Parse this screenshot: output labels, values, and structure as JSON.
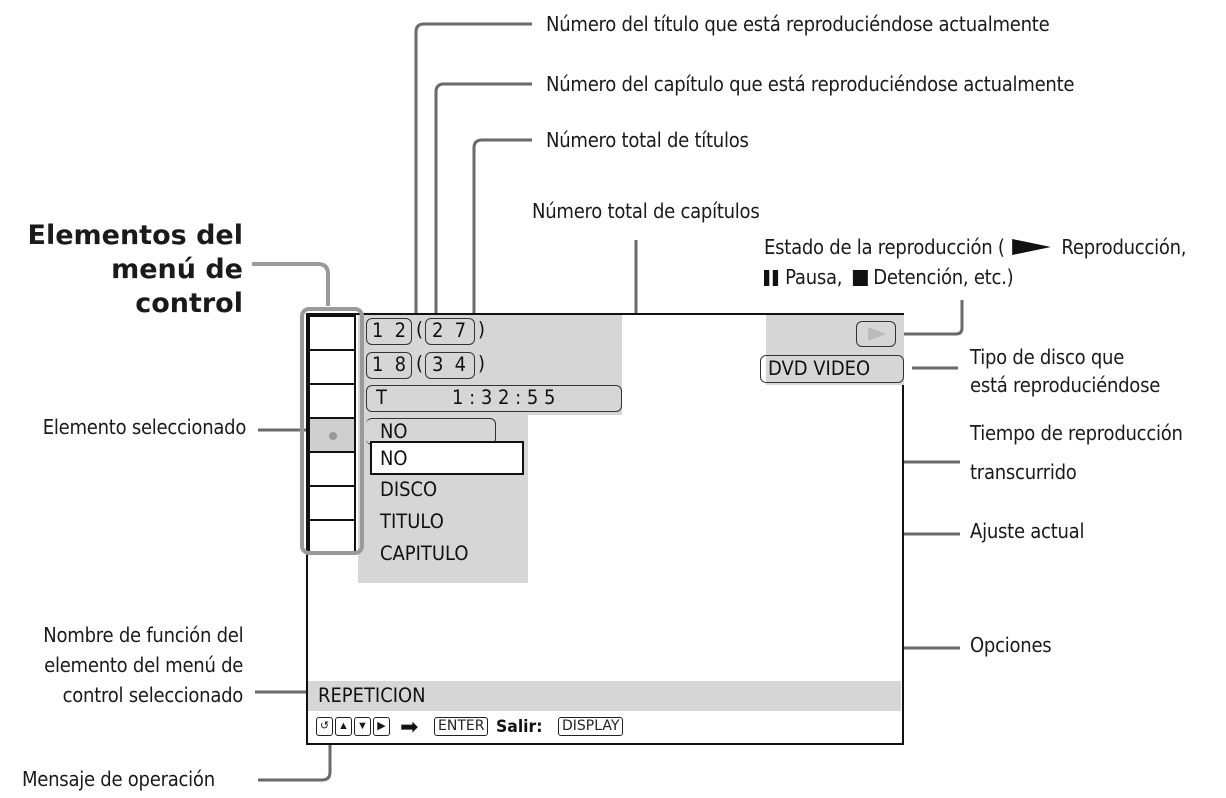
{
  "callouts": {
    "titulo_actual": "Número del título que está reproduciéndose actualmente",
    "capitulo_actual": "Número del capítulo que está reproduciéndose actualmente",
    "total_titulos": "Número total de títulos",
    "total_capitulos": "Número total de capítulos",
    "estado_line1": "Estado de la reproducción (",
    "estado_line1_b": "Reproducción,",
    "estado_pausa": "Pausa,",
    "estado_detencion": "Detención, etc.)",
    "tipo_disco_1": "Tipo de disco que",
    "tipo_disco_2": "está reproduciéndose",
    "tiempo_1": "Tiempo de reproducción",
    "tiempo_2": "transcurrido",
    "ajuste": "Ajuste actual",
    "opciones": "Opciones",
    "elemento_sel": "Elemento seleccionado",
    "nombre_func_1": "Nombre de función del",
    "nombre_func_2": "elemento del menú de",
    "nombre_func_3": "control seleccionado",
    "mensaje": "Mensaje de operación"
  },
  "heading": {
    "line1": "Elementos del",
    "line2": "menú de control"
  },
  "osd": {
    "title_num": "1 2",
    "title_total": "2 7",
    "chapter_num": "1 8",
    "chapter_total": "3 4",
    "time_prefix": "T",
    "time": "1 : 3 2 : 5 5",
    "current_setting": "NO",
    "options": [
      "NO",
      "DISCO",
      "TITULO",
      "CAPITULO"
    ],
    "disc_type": "DVD VIDEO",
    "function_name": "REPETICION",
    "enter_btn": "ENTER",
    "salir": "Salir:",
    "display_btn": "DISPLAY"
  },
  "colors": {
    "shade": "#d6d6d6",
    "line": "#666666"
  }
}
